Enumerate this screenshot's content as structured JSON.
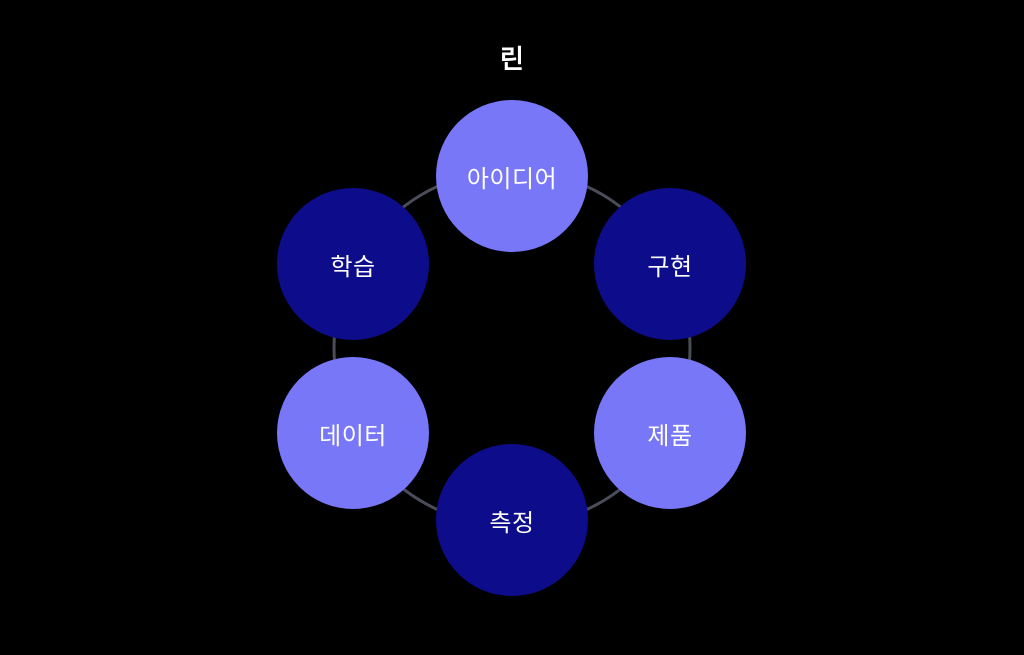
{
  "title": "린",
  "cycle": {
    "nodes": [
      {
        "label": "아이디어",
        "tone": "light"
      },
      {
        "label": "구현",
        "tone": "dark"
      },
      {
        "label": "제품",
        "tone": "light"
      },
      {
        "label": "측정",
        "tone": "dark"
      },
      {
        "label": "데이터",
        "tone": "light"
      },
      {
        "label": "학습",
        "tone": "dark"
      }
    ]
  },
  "colors": {
    "background": "#000000",
    "light_node": "#7777f7",
    "dark_node": "#0d0d8c",
    "ring": "#4a4d58",
    "text": "#ffffff"
  }
}
